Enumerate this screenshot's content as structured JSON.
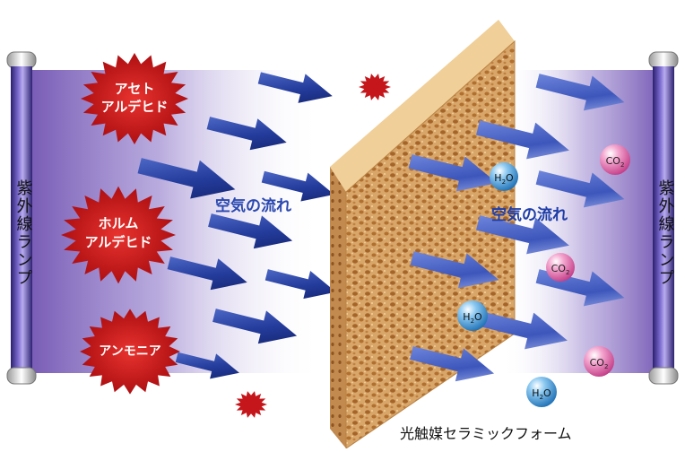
{
  "lamps": {
    "left_label": "紫外線ランプ",
    "right_label": "紫外線ランプ"
  },
  "pollutants": [
    {
      "id": "acetaldehyde",
      "line1": "アセト",
      "line2": "アルデヒド"
    },
    {
      "id": "formaldehyde",
      "line1": "ホルム",
      "line2": "アルデヒド"
    },
    {
      "id": "ammonia",
      "line1": "アンモニア",
      "line2": ""
    }
  ],
  "airflow": {
    "label_in": "空気の流れ",
    "label_out": "空気の流れ"
  },
  "filter": {
    "caption": "光触媒セラミックフォーム"
  },
  "molecules": {
    "co2_main": "CO",
    "co2_sub": "2",
    "h2o_main_a": "H",
    "h2o_sub": "2",
    "h2o_main_b": "O"
  },
  "colors": {
    "lamp_glow": "#8a6fc0",
    "arrow_dark": "#1a2f86",
    "arrow_light": "#4a64c8",
    "burst": "#c8171c",
    "foam": "#d7a467",
    "co2_ball": "#d8589c",
    "h2o_ball": "#2f8fd3"
  }
}
